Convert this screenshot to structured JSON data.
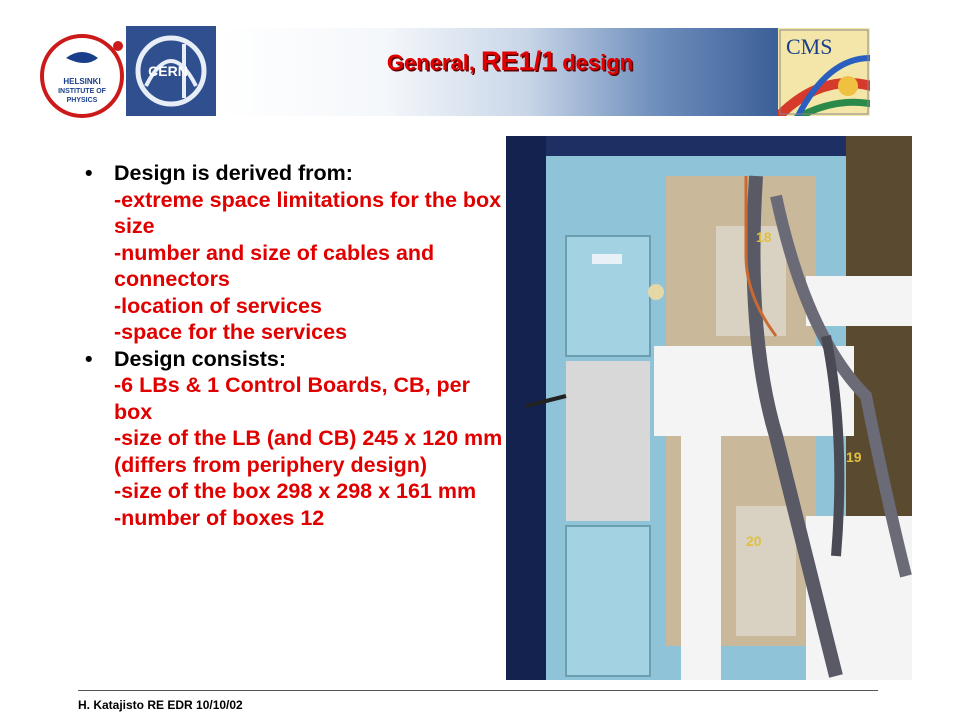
{
  "slide": {
    "title_prefix": "General, ",
    "title_code": "RE1/1",
    "title_suffix": " design",
    "footer": "H. Katajisto   RE EDR 10/10/02"
  },
  "logos": {
    "left": {
      "text_line1": "HELSINKI",
      "text_line2": "INSTITUTE OF",
      "text_line3": "PHYSICS"
    },
    "cern": {
      "text": "CERN"
    },
    "cms": {
      "text": "CMS"
    }
  },
  "bullets": [
    {
      "lead": "Design is derived from:",
      "lines": [
        "-extreme space limitations for the box size",
        "-number and size of cables and connectors",
        "-location of services",
        "-space for the services"
      ]
    },
    {
      "lead": "Design consists:",
      "lines": [
        "-6 LBs & 1 Control Boards, CB, per box",
        "-size of the LB (and CB) 245 x 120 mm (differs from periphery design)",
        "-size of the box 298 x 298 x 161 mm",
        "-number of boxes 12"
      ]
    }
  ],
  "photo_labels": {
    "top": "18",
    "middle": "19",
    "bottom": "20"
  },
  "colors": {
    "accent_red": "#e00000",
    "band_blue": "#3b5f97",
    "panel_blue": "#8fc4d8"
  }
}
